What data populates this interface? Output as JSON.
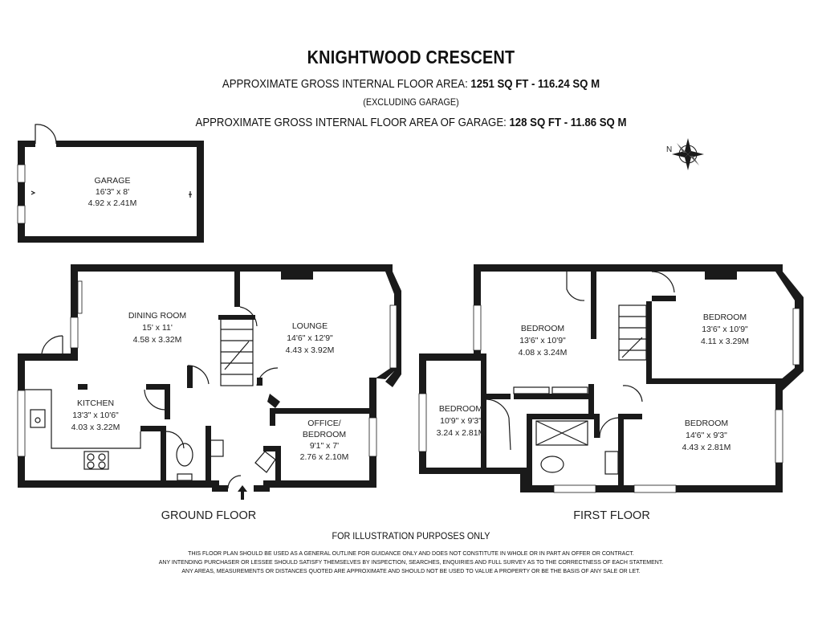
{
  "header": {
    "title": "KNIGHTWOOD CRESCENT",
    "area_label": "APPROXIMATE GROSS INTERNAL FLOOR AREA:",
    "area_value": "1251 SQ FT  -  116.24 SQ M",
    "area_note": "(EXCLUDING GARAGE)",
    "garage_area_label": "APPROXIMATE GROSS INTERNAL FLOOR AREA OF GARAGE:",
    "garage_area_value": "128 SQ FT  -  11.86 SQ M"
  },
  "compass": {
    "label": "N"
  },
  "garage": {
    "name": "GARAGE",
    "imperial": "16'3\" x 8'",
    "metric": "4.92 x 2.41M"
  },
  "ground_floor": {
    "label": "GROUND FLOOR",
    "rooms": [
      {
        "name": "DINING ROOM",
        "imperial": "15' x 11'",
        "metric": "4.58 x 3.32M"
      },
      {
        "name": "LOUNGE",
        "imperial": "14'6\" x 12'9\"",
        "metric": "4.43 x 3.92M"
      },
      {
        "name": "KITCHEN",
        "imperial": "13'3\" x 10'6\"",
        "metric": "4.03 x 3.22M"
      },
      {
        "name": "OFFICE/",
        "name2": "BEDROOM",
        "imperial": "9'1\" x 7'",
        "metric": "2.76 x 2.10M"
      }
    ]
  },
  "first_floor": {
    "label": "FIRST FLOOR",
    "rooms": [
      {
        "name": "BEDROOM",
        "imperial": "13'6\" x 10'9\"",
        "metric": "4.08 x 3.24M"
      },
      {
        "name": "BEDROOM",
        "imperial": "13'6\" x 10'9\"",
        "metric": "4.11 x 3.29M"
      },
      {
        "name": "BEDROOM",
        "imperial": "10'9\" x 9'3\"",
        "metric": "3.24 x 2.81M"
      },
      {
        "name": "BEDROOM",
        "imperial": "14'6\" x 9'3\"",
        "metric": "4.43 x 2.81M"
      }
    ]
  },
  "footer": {
    "illustration": "FOR ILLUSTRATION PURPOSES ONLY",
    "disclaimer": [
      "THIS FLOOR PLAN SHOULD BE USED AS A GENERAL OUTLINE FOR GUIDANCE ONLY AND DOES NOT CONSTITUTE IN WHOLE OR IN PART AN OFFER OR CONTRACT.",
      "ANY INTENDING PURCHASER OR LESSEE SHOULD SATISFY THEMSELVES BY INSPECTION, SEARCHES, ENQUIRIES AND FULL SURVEY AS TO THE CORRECTNESS OF EACH STATEMENT.",
      "ANY AREAS, MEASUREMENTS OR DISTANCES QUOTED ARE APPROXIMATE AND SHOULD NOT BE USED TO VALUE A PROPERTY OR BE THE BASIS OF ANY SALE OR LET."
    ]
  }
}
